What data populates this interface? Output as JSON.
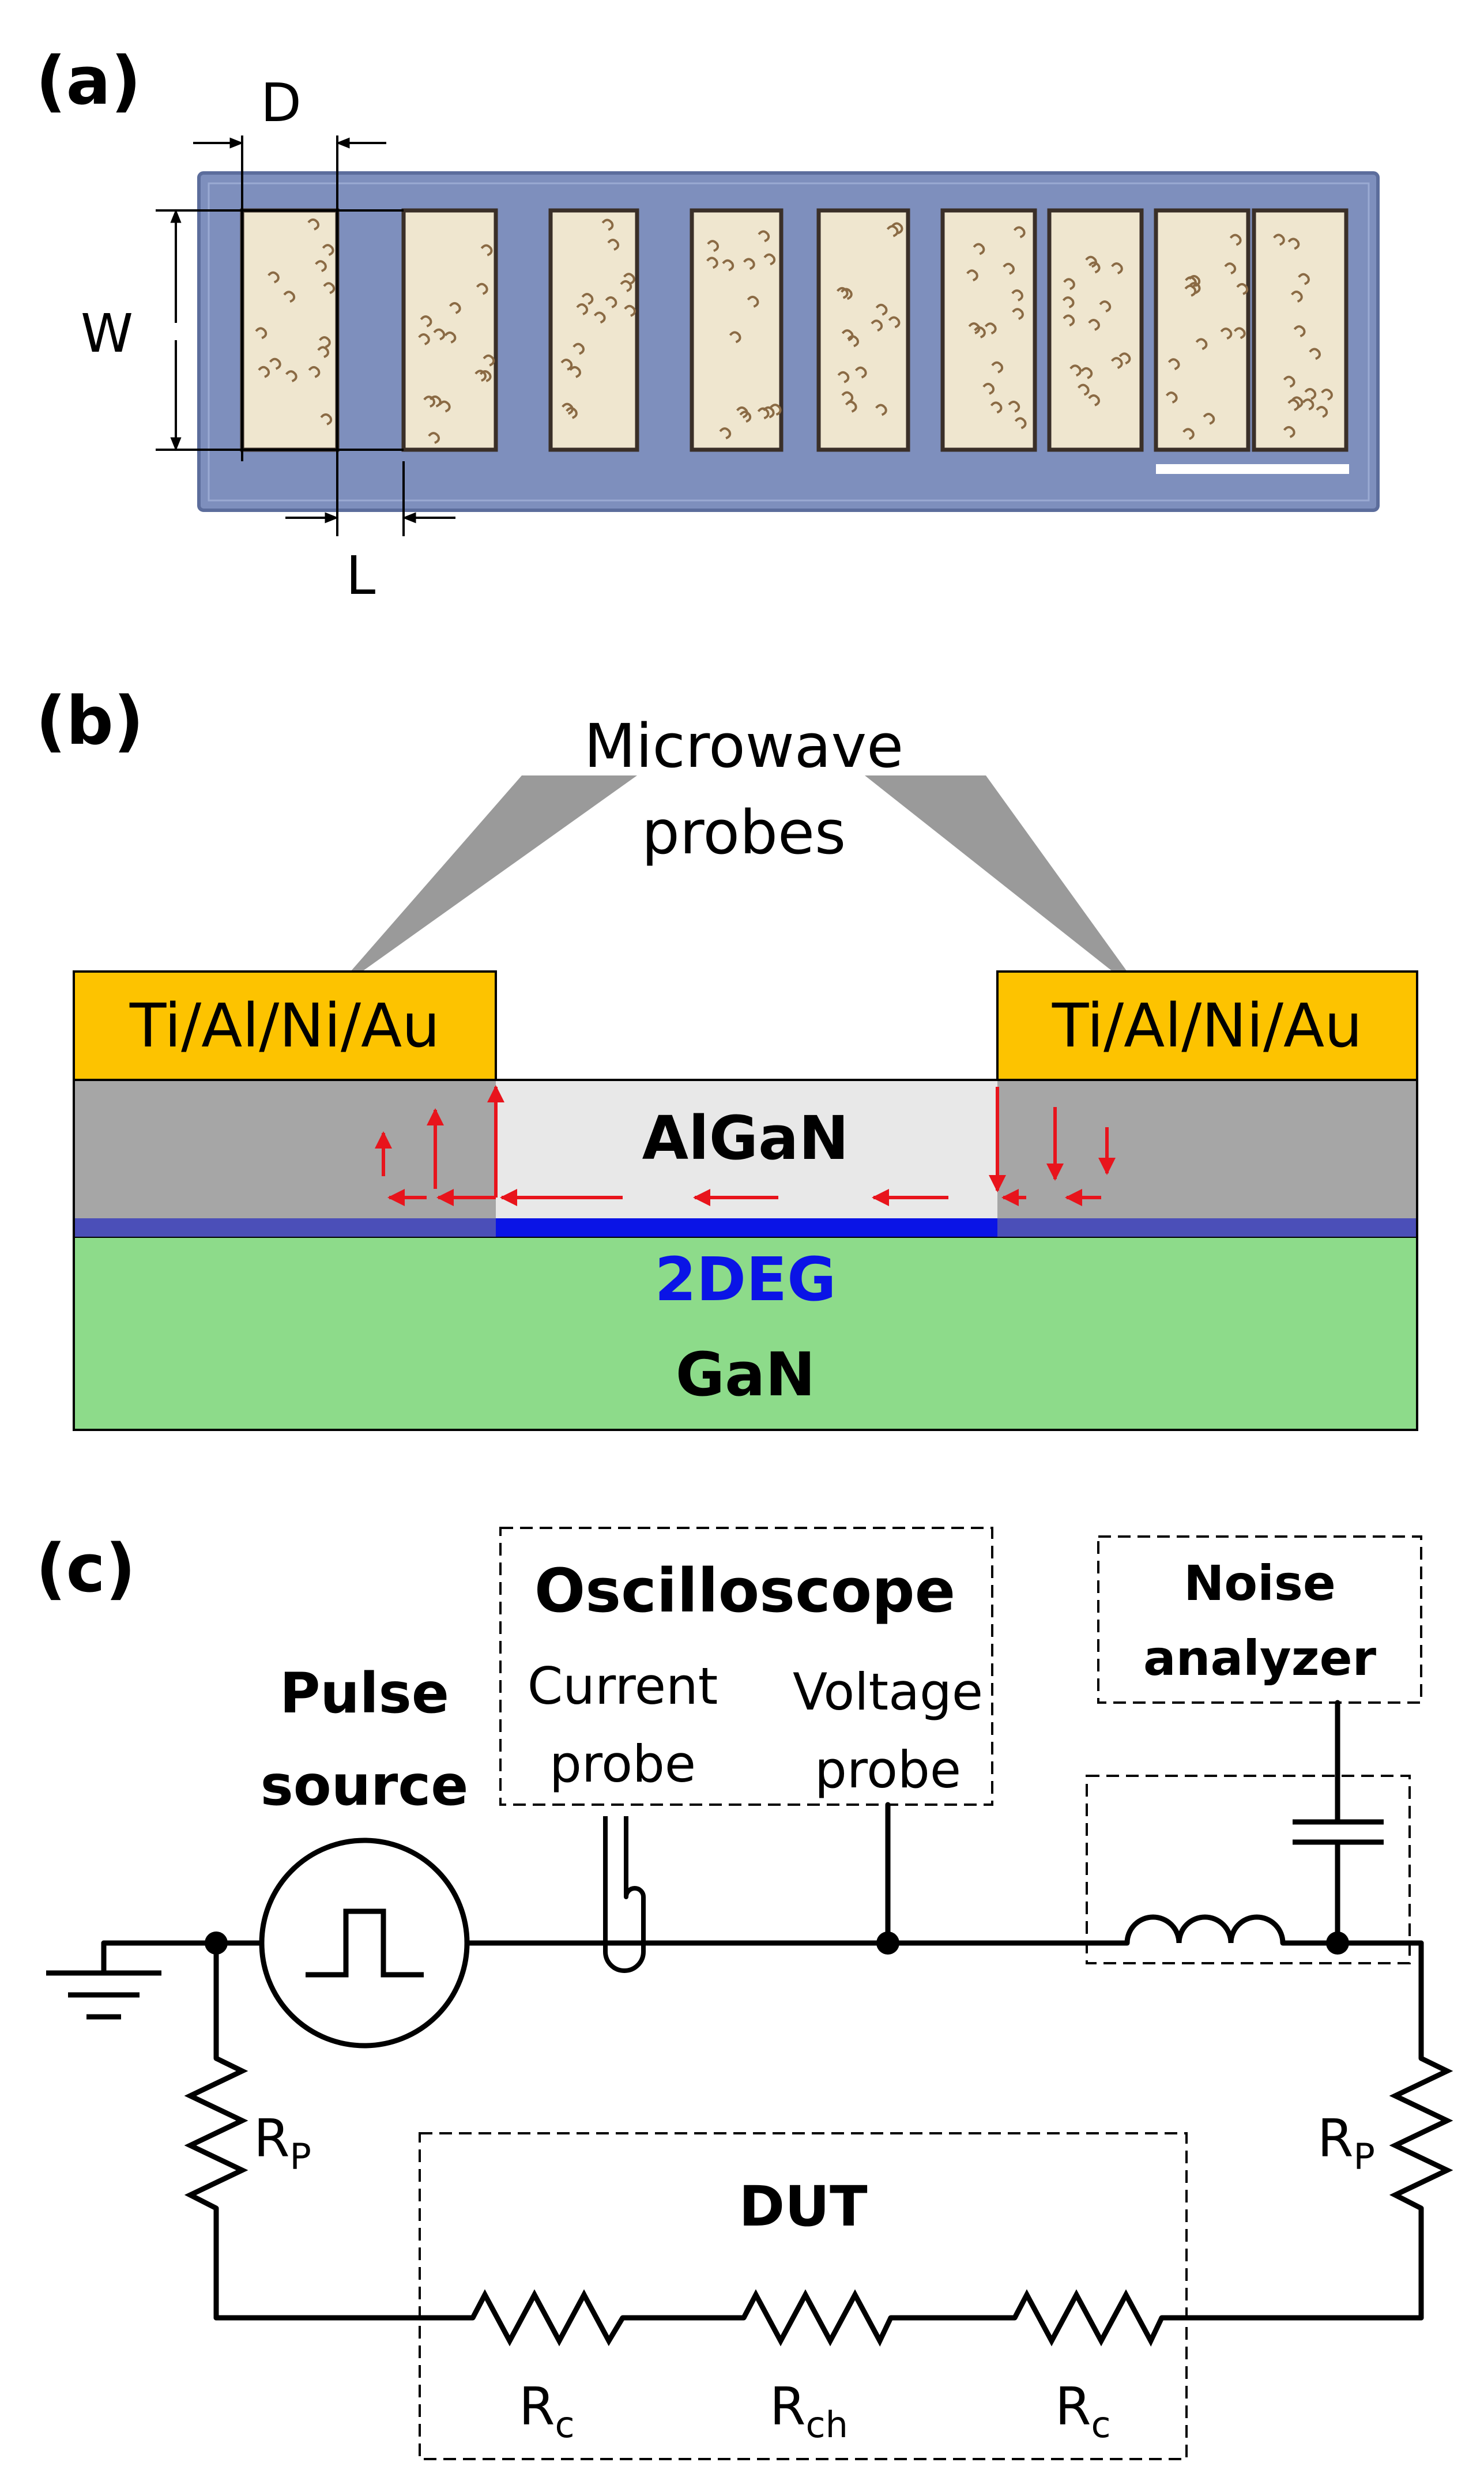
{
  "panels": {
    "a": {
      "label": "(a)",
      "dim_D": "D",
      "dim_W": "W",
      "dim_L": "L",
      "pad_count": 9
    },
    "b": {
      "label": "(b)",
      "probes_line1": "Microwave",
      "probes_line2": "probes",
      "contact_left": "Ti/Al/Ni/Au",
      "contact_right": "Ti/Al/Ni/Au",
      "barrier": "AlGaN",
      "channel": "2DEG",
      "substrate": "GaN"
    },
    "c": {
      "label": "(c)",
      "oscilloscope": "Oscilloscope",
      "current_probe_1": "Current",
      "current_probe_2": "probe",
      "voltage_probe_1": "Voltage",
      "voltage_probe_2": "probe",
      "noise_1": "Noise",
      "noise_2": "analyzer",
      "pulse_1": "Pulse",
      "pulse_2": "source",
      "dut": "DUT",
      "rp_left_main": "R",
      "rp_left_sub": "P",
      "rp_right_main": "R",
      "rp_right_sub": "P",
      "rc1_main": "R",
      "rc1_sub": "c",
      "rch_main": "R",
      "rch_sub": "ch",
      "rc2_main": "R",
      "rc2_sub": "c"
    }
  },
  "colors": {
    "substrate_blue": "#7e8fbd",
    "pad": "#efe6cf",
    "gold": "#fdc300",
    "gray": "#a6a6a6",
    "light": "#e8e8e8",
    "twodeg": "#0a14e6",
    "gan": "#8ddb8a",
    "probe": "#9a9a9a",
    "arrow": "#e8141c"
  }
}
